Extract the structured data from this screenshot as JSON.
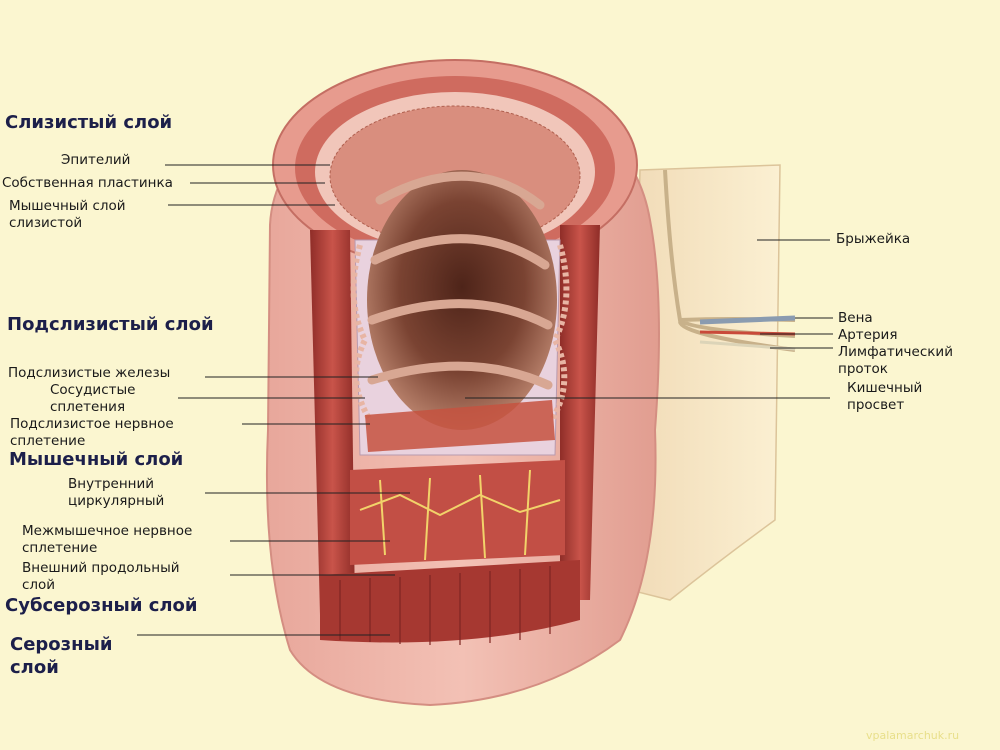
{
  "headings": {
    "mucosa": "Слизистый слой",
    "submucosa": "Подслизистый слой",
    "muscular": "Мышечный слой",
    "subserous": "Субсерозный слой",
    "serous": [
      "Серозный",
      "слой"
    ]
  },
  "labels": {
    "epithelium": "Эпителий",
    "lamina_propria": "Собственная пластинка",
    "muscularis_mucosae": [
      "Мышечный слой",
      "слизистой"
    ],
    "submucosal_glands": "Подслизистые железы",
    "vascular_plexus": [
      "Сосудистые",
      "сплетения"
    ],
    "submucosal_nerve_plexus": [
      "Подслизистое нервное",
      "сплетение"
    ],
    "inner_circular": [
      "Внутренний",
      "циркулярный"
    ],
    "myenteric_plexus": [
      "Межмышечное нервное",
      "сплетение"
    ],
    "outer_longitudinal": [
      "Внешний продольный",
      "слой"
    ],
    "mesentery": "Брыжейка",
    "vein": "Вена",
    "artery": "Артерия",
    "lymph_duct": [
      "Лимфатический",
      "проток"
    ],
    "lumen": [
      "Кишечный",
      "просвет"
    ]
  },
  "watermark": "vpalamarchuk.ru",
  "colors": {
    "background": "#fbf6d0",
    "heading": "#1c1f4a",
    "wall": "#e4a095",
    "muscle": "#b6403a",
    "lumen": "#6d3a2c",
    "mesentery": "#f6e7c4"
  }
}
